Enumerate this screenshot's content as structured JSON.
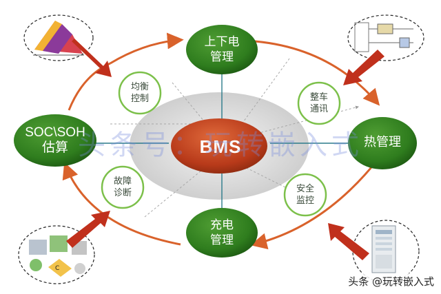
{
  "center": {
    "label": "BMS"
  },
  "nodes": {
    "top": "上下电\n管理",
    "left": "SOC\\SOH\n估算",
    "right": "热管理",
    "bottom": "充电\n管理"
  },
  "functions": {
    "balance": "均衡\n控制",
    "vehicle_comm": "整车\n通讯",
    "fault": "故障\n诊断",
    "safety": "安全\n监控"
  },
  "watermark": "头条号：玩转嵌入式",
  "credit": "头条 @玩转嵌入式",
  "colors": {
    "node_green": "#2f7d1e",
    "center_red": "#b83a1a",
    "orbit_orange": "#d9622b",
    "arrow_red": "#c0301c",
    "small_node_border": "#7cc04a"
  },
  "icons": [
    "surface-plot-icon",
    "circuit-diagram-icon",
    "puzzle-pieces-icon",
    "server-cabinet-icon"
  ]
}
